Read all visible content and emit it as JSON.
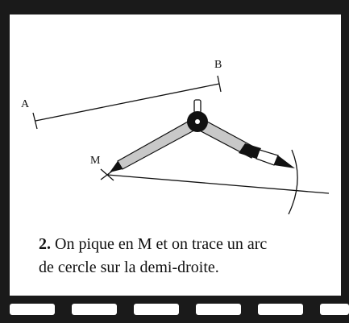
{
  "colors": {
    "film": "#1a1a1a",
    "panel": "#ffffff",
    "ink": "#111111",
    "compass_leg": "#c8c8c8",
    "pencil_lead": "#111111"
  },
  "labels": {
    "point_a": "A",
    "point_b": "B",
    "point_m": "M"
  },
  "caption": {
    "step": "2.",
    "text_line1": " On pique en M et on trace un arc",
    "text_line2": "de cercle sur la demi-droite."
  },
  "icons": {
    "compass": "compass-icon",
    "perforation": "film-perforation"
  },
  "perforation_count": 6
}
